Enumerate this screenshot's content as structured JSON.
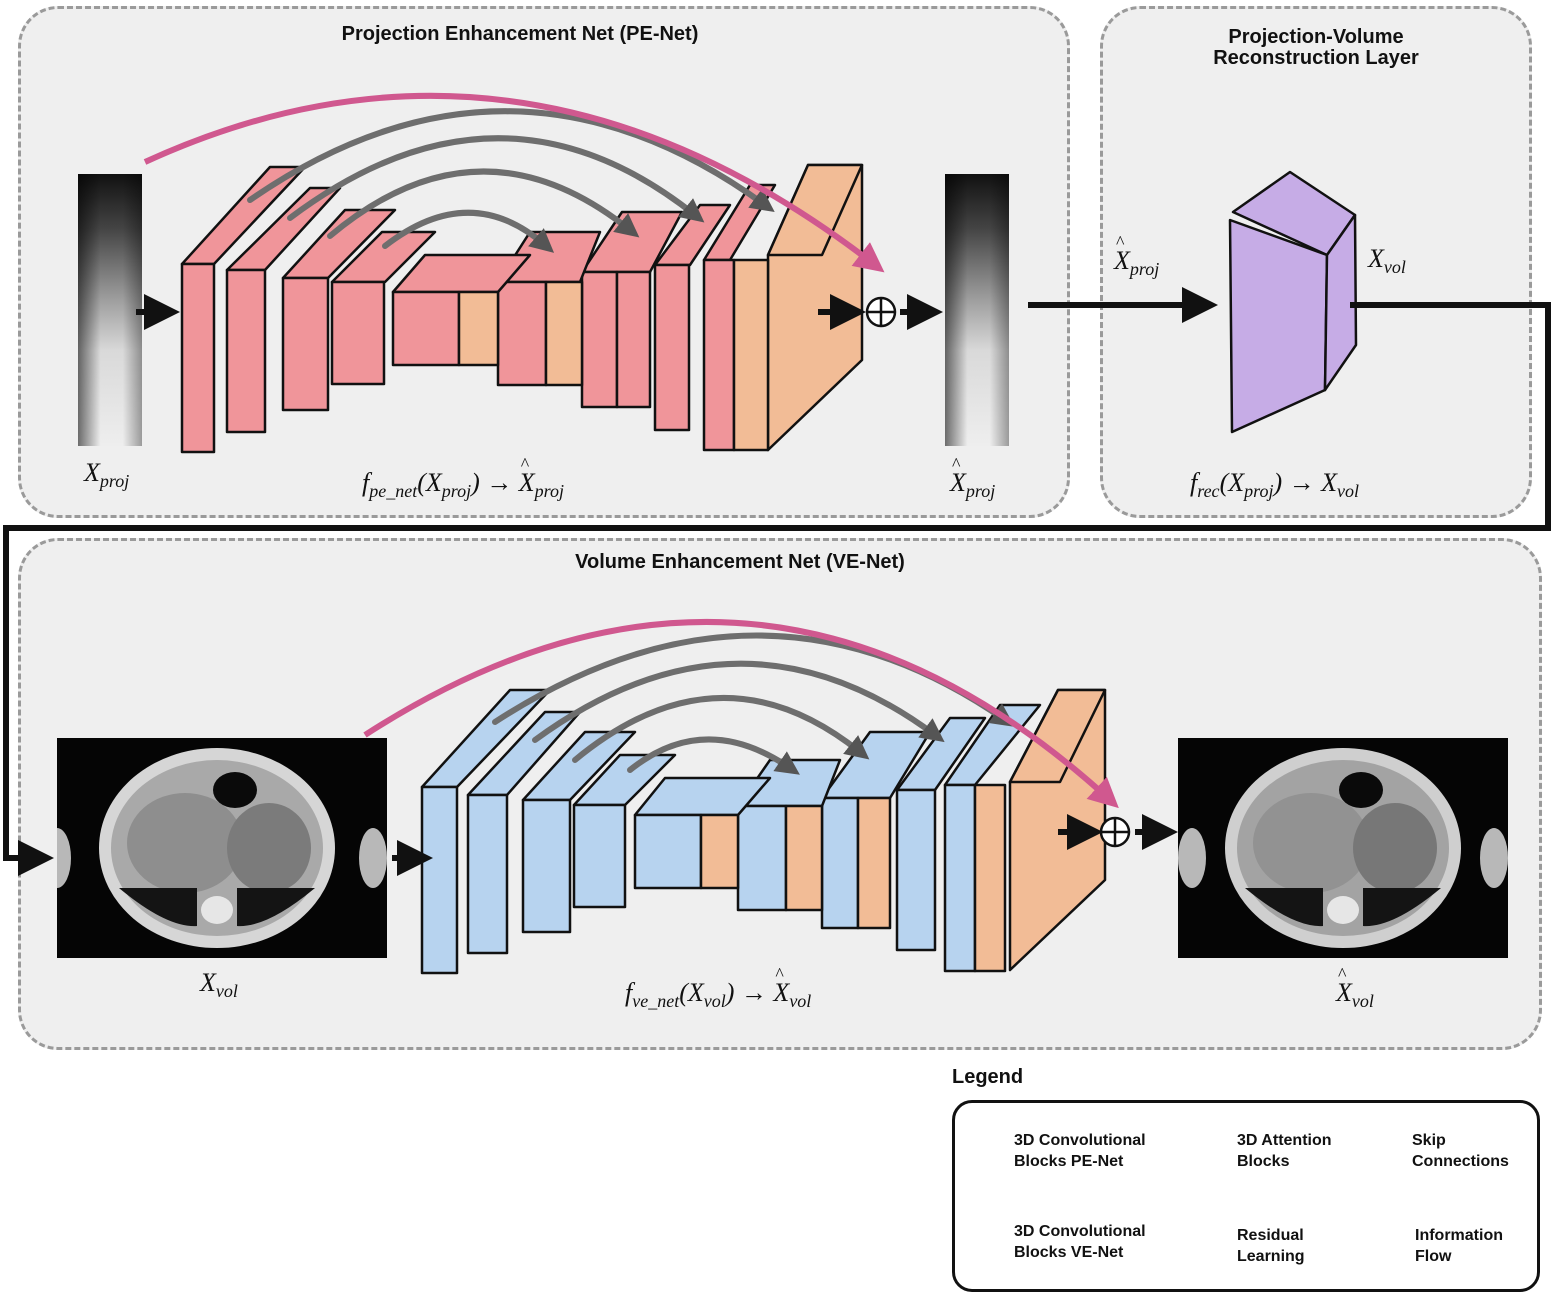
{
  "pe_net": {
    "title": "Projection Enhancement Net (PE-Net)",
    "input_label": "X",
    "input_sub": "proj",
    "formula_f": "f",
    "formula_f_sub": "pe_net",
    "formula_arg": "(X",
    "formula_arg_sub": "proj",
    "formula_close": ")",
    "arrow": "→",
    "formula_out": "X",
    "formula_out_sub": "proj",
    "output_label": "X",
    "output_sub": "proj"
  },
  "pv_layer": {
    "title_line1": "Projection-Volume",
    "title_line2": "Reconstruction Layer",
    "in_label": "X",
    "in_sub": "proj",
    "out_label": "X",
    "out_sub": "vol",
    "formula_f": "f",
    "formula_f_sub": "rec",
    "formula_arg": "(X",
    "formula_arg_sub": "proj",
    "formula_close": ")",
    "arrow": "→",
    "formula_out": "X",
    "formula_out_sub": "vol"
  },
  "ve_net": {
    "title": "Volume Enhancement Net (VE-Net)",
    "input_label": "X",
    "input_sub": "vol",
    "formula_f": "f",
    "formula_f_sub": "ve_net",
    "formula_arg": "(X",
    "formula_arg_sub": "vol",
    "formula_close": ")",
    "arrow": "→",
    "formula_out": "X",
    "formula_out_sub": "vol",
    "output_label": "X",
    "output_sub": "vol"
  },
  "legend": {
    "title": "Legend",
    "conv_pe": {
      "line1": "3D Convolutional",
      "line2": "Blocks PE-Net",
      "color": "#f0959a"
    },
    "attention": {
      "line1": "3D Attention",
      "line2": "Blocks",
      "color": "#f2bc96"
    },
    "skip": {
      "line1": "Skip",
      "line2": "Connections",
      "color": "#6e6e6e"
    },
    "conv_ve": {
      "line1": "3D Convolutional",
      "line2": "Blocks VE-Net",
      "color": "#b7d3ef"
    },
    "residual": {
      "line1": "Residual",
      "line2": "Learning",
      "color": "#d0588f"
    },
    "info": {
      "line1": "Information",
      "line2": "Flow",
      "color": "#111111"
    }
  },
  "colors": {
    "pe_block": "#f0959a",
    "ve_block": "#b7d3ef",
    "attn_block": "#f2bc96",
    "recon_block": "#c6ace6",
    "residual": "#d0588f",
    "skip": "#6e6e6e"
  }
}
